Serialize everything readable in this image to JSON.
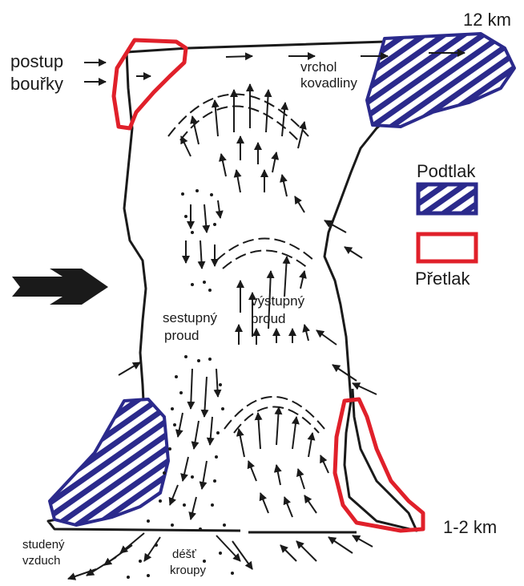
{
  "labels": {
    "top_altitude": "12 km",
    "bottom_altitude": "1-2 km",
    "storm_motion_line1": "postup",
    "storm_motion_line2": "bouřky",
    "anvil_line1": "vrchol",
    "anvil_line2": "kovadliny",
    "downdraft_line1": "sestupný",
    "downdraft_line2": "proud",
    "updraft_line1": "výstupný",
    "updraft_line2": "proud",
    "cold_air_line1": "studený",
    "cold_air_line2": "vzduch",
    "precip_line1": "déšť",
    "precip_line2": "kroupy"
  },
  "legend": {
    "low_pressure": "Podtlak",
    "high_pressure": "Přetlak"
  },
  "colors": {
    "outline": "#1a1a1a",
    "low_pressure": "#2b2a8c",
    "high_pressure": "#e0202a",
    "background": "#ffffff"
  }
}
